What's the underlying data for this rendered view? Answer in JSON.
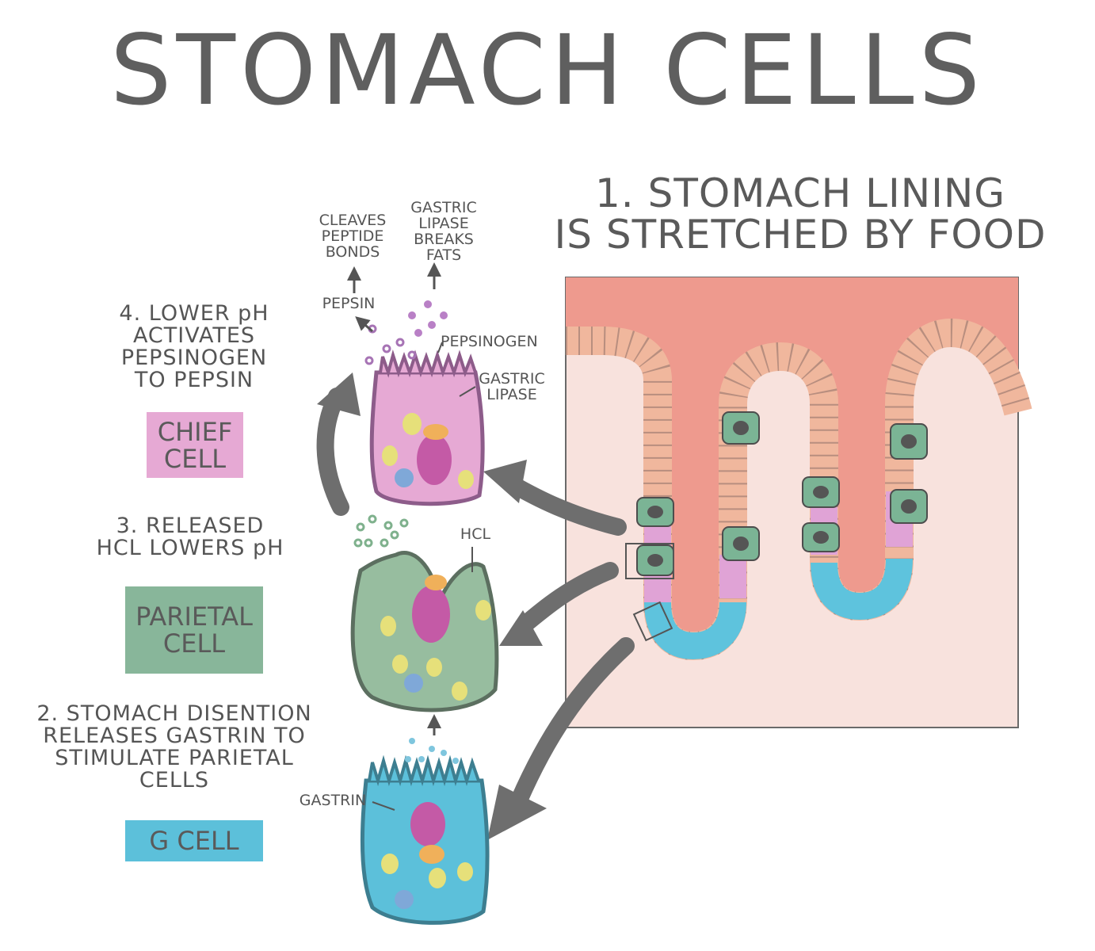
{
  "title": "STOMACH CELLS",
  "step1": [
    "1. STOMACH LINING",
    "IS STRETCHED BY FOOD"
  ],
  "step4": [
    "4. LOWER pH",
    "ACTIVATES",
    "PEPSINOGEN",
    "TO PEPSIN"
  ],
  "step3": [
    "3. RELEASED",
    "HCL LOWERS pH"
  ],
  "step2": [
    "2. STOMACH DISENTION",
    "RELEASES GASTRIN TO",
    "STIMULATE PARIETAL",
    "CELLS"
  ],
  "boxes": {
    "chief": [
      "CHIEF",
      "CELL"
    ],
    "parietal": [
      "PARIETAL",
      "CELL"
    ],
    "g": "G CELL"
  },
  "labels": {
    "cleaves": [
      "CLEAVES",
      "PEPTIDE",
      "BONDS"
    ],
    "lipase_action": [
      "GASTRIC",
      "LIPASE",
      "BREAKS",
      "FATS"
    ],
    "pepsin": "PEPSIN",
    "pepsinogen": "PEPSINOGEN",
    "gastric_lipase": [
      "GASTRIC",
      "LIPASE"
    ],
    "hcl": "HCL",
    "gastrin": "GASTRIN"
  },
  "colors": {
    "chief": "#e6a9d4",
    "parietal": "#88b69a",
    "g_cell": "#5cc0da",
    "lumen": "#ee9a8e",
    "tissue": "#f8e2dd",
    "epithelium": "#f7c3aa",
    "arrow": "#6e6e6e"
  }
}
